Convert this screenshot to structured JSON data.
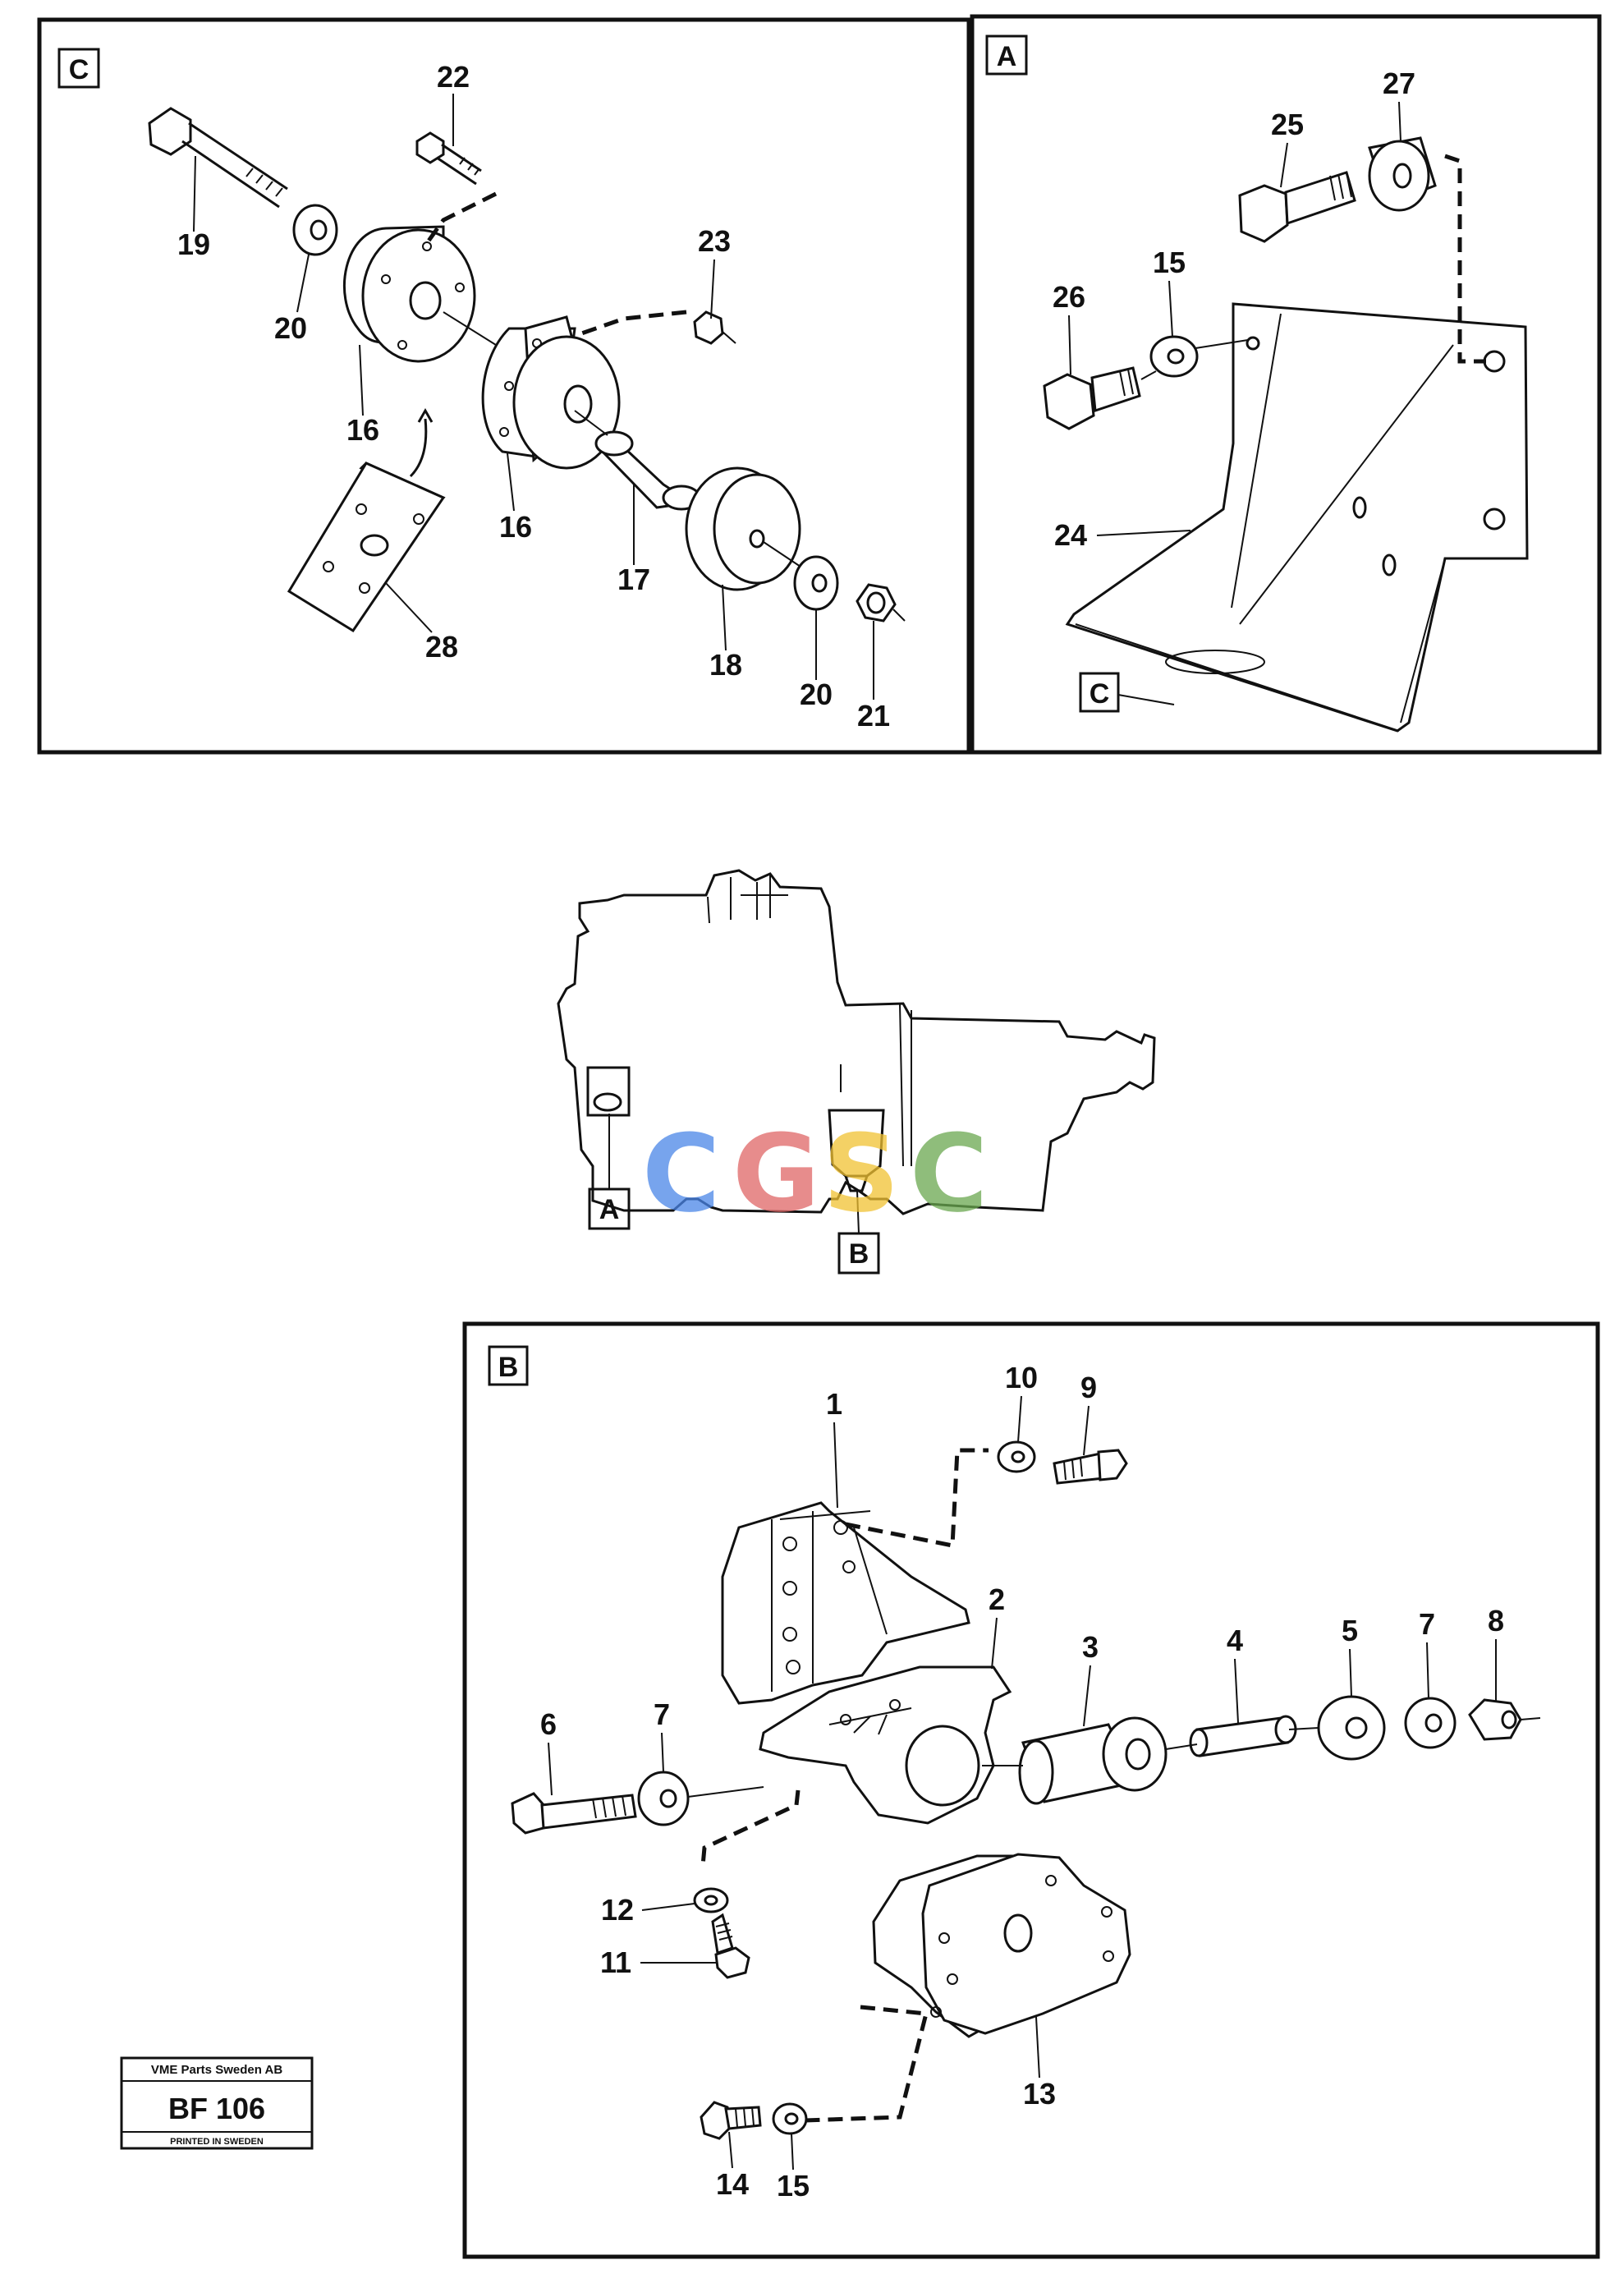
{
  "panels": {
    "c": {
      "label": "C"
    },
    "a": {
      "label": "A"
    },
    "b": {
      "label": "B"
    }
  },
  "callouts": {
    "c_19": "19",
    "c_20a": "20",
    "c_16a": "16",
    "c_22": "22",
    "c_23": "23",
    "c_16b": "16",
    "c_17": "17",
    "c_18": "18",
    "c_20b": "20",
    "c_21": "21",
    "c_28": "28",
    "a_27": "27",
    "a_25": "25",
    "a_15": "15",
    "a_26": "26",
    "a_24": "24",
    "a_ref_c": "C",
    "b_1": "1",
    "b_10": "10",
    "b_9": "9",
    "b_2": "2",
    "b_3": "3",
    "b_4": "4",
    "b_5": "5",
    "b_7a": "7",
    "b_8": "8",
    "b_6": "6",
    "b_7b": "7",
    "b_12": "12",
    "b_11": "11",
    "b_13": "13",
    "b_14": "14",
    "b_15": "15"
  },
  "overview": {
    "ref_a": "A",
    "ref_b": "B"
  },
  "stamp": {
    "company": "VME Parts Sweden AB",
    "code": "BF 106",
    "printed": "PRINTED IN SWEDEN"
  },
  "watermark": {
    "letters": [
      "C",
      "G",
      "S",
      "C"
    ],
    "colors": [
      "#4a86e8",
      "#e06666",
      "#f1c232",
      "#6aa84f"
    ]
  }
}
